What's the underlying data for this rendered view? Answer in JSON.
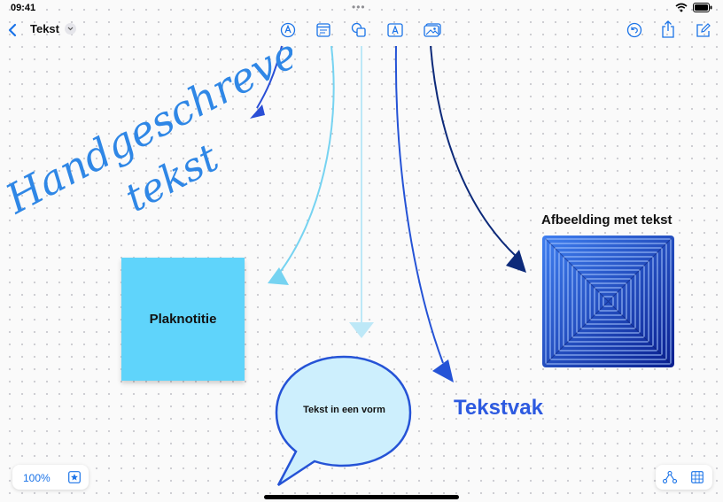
{
  "status": {
    "time": "09:41",
    "dots": "•••"
  },
  "header": {
    "title": "Tekst"
  },
  "toolbar": {
    "tools": [
      {
        "icon": "pen-icon"
      },
      {
        "icon": "sticky-note-icon"
      },
      {
        "icon": "shapes-icon"
      },
      {
        "icon": "text-box-icon"
      },
      {
        "icon": "media-icon"
      }
    ],
    "right": [
      {
        "icon": "undo-icon"
      },
      {
        "icon": "share-icon"
      },
      {
        "icon": "new-board-icon"
      }
    ]
  },
  "board": {
    "handwriting_line1": "Handgeschreven",
    "handwriting_line2": "tekst",
    "sticky_note": "Plaknotitie",
    "shape_text": "Tekst in een vorm",
    "text_box": "Tekstvak",
    "image_caption": "Afbeelding met tekst"
  },
  "bottom": {
    "zoom": "100%"
  },
  "colors": {
    "accent": "#1a73e8",
    "sticky": "#5fd4fb",
    "bubble_fill": "#cdeffd",
    "bubble_stroke": "#2553d6",
    "text_box": "#2d5ae0",
    "handwriting": "#2f87e6"
  }
}
